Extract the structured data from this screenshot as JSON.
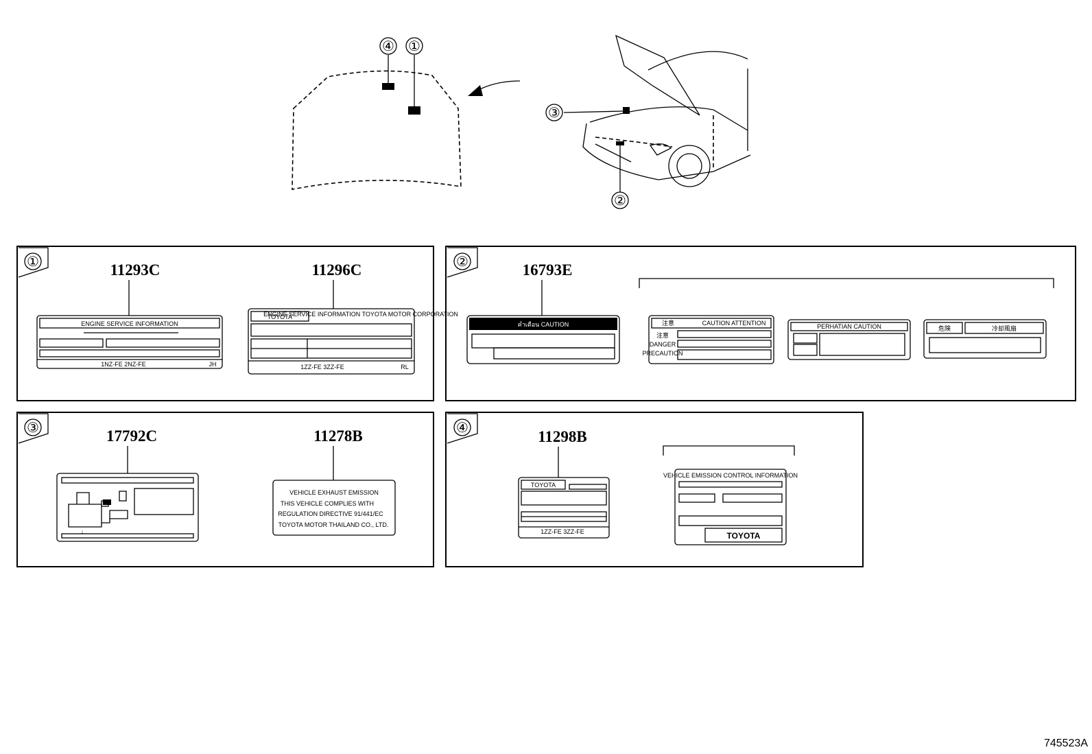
{
  "callouts": {
    "c1": "①",
    "c2": "②",
    "c3": "③",
    "c4": "④"
  },
  "sections": [
    {
      "number": "①",
      "parts": [
        "11293C",
        "11296C"
      ]
    },
    {
      "number": "②",
      "parts": [
        "16793E"
      ]
    },
    {
      "number": "③",
      "parts": [
        "17792C",
        "11278B"
      ]
    },
    {
      "number": "④",
      "parts": [
        "11298B"
      ]
    }
  ],
  "labels": {
    "l11293c": {
      "title": "ENGINE SERVICE INFORMATION",
      "engines": "1NZ-FE 2NZ-FE",
      "suffix": "JH"
    },
    "l11296c": {
      "brand": "TOYOTA",
      "header": "ENGINE SERVICE INFORMATION TOYOTA MOTOR CORPORATION",
      "engines": "1ZZ-FE 3ZZ-FE",
      "suffix": "RL"
    },
    "l16793e": {
      "title": "คำเตือน  CAUTION"
    },
    "l16793e_b": {
      "title": "CAUTION  ATTENTION",
      "row1": "注意",
      "row2": "DANGER",
      "row3": "PRECAUTION"
    },
    "l16793e_c": {
      "title": "PERHATIAN  CAUTION"
    },
    "l16793e_d": {
      "left": "危険",
      "right": "冷却風扇"
    },
    "l11278b": {
      "line1": "VEHICLE EXHAUST EMISSION",
      "line2": "THIS VEHICLE COMPLIES WITH",
      "line3": "REGULATION DIRECTIVE 91/441/EC",
      "line4": "TOYOTA MOTOR THAILAND CO., LTD."
    },
    "l11298b": {
      "brand": "TOYOTA",
      "engines": "1ZZ-FE 3ZZ-FE"
    },
    "l11298b_b": {
      "title": "VEHICLE EMISSION CONTROL INFORMATION",
      "brand": "TOYOTA"
    }
  },
  "reference_code": "745523A"
}
